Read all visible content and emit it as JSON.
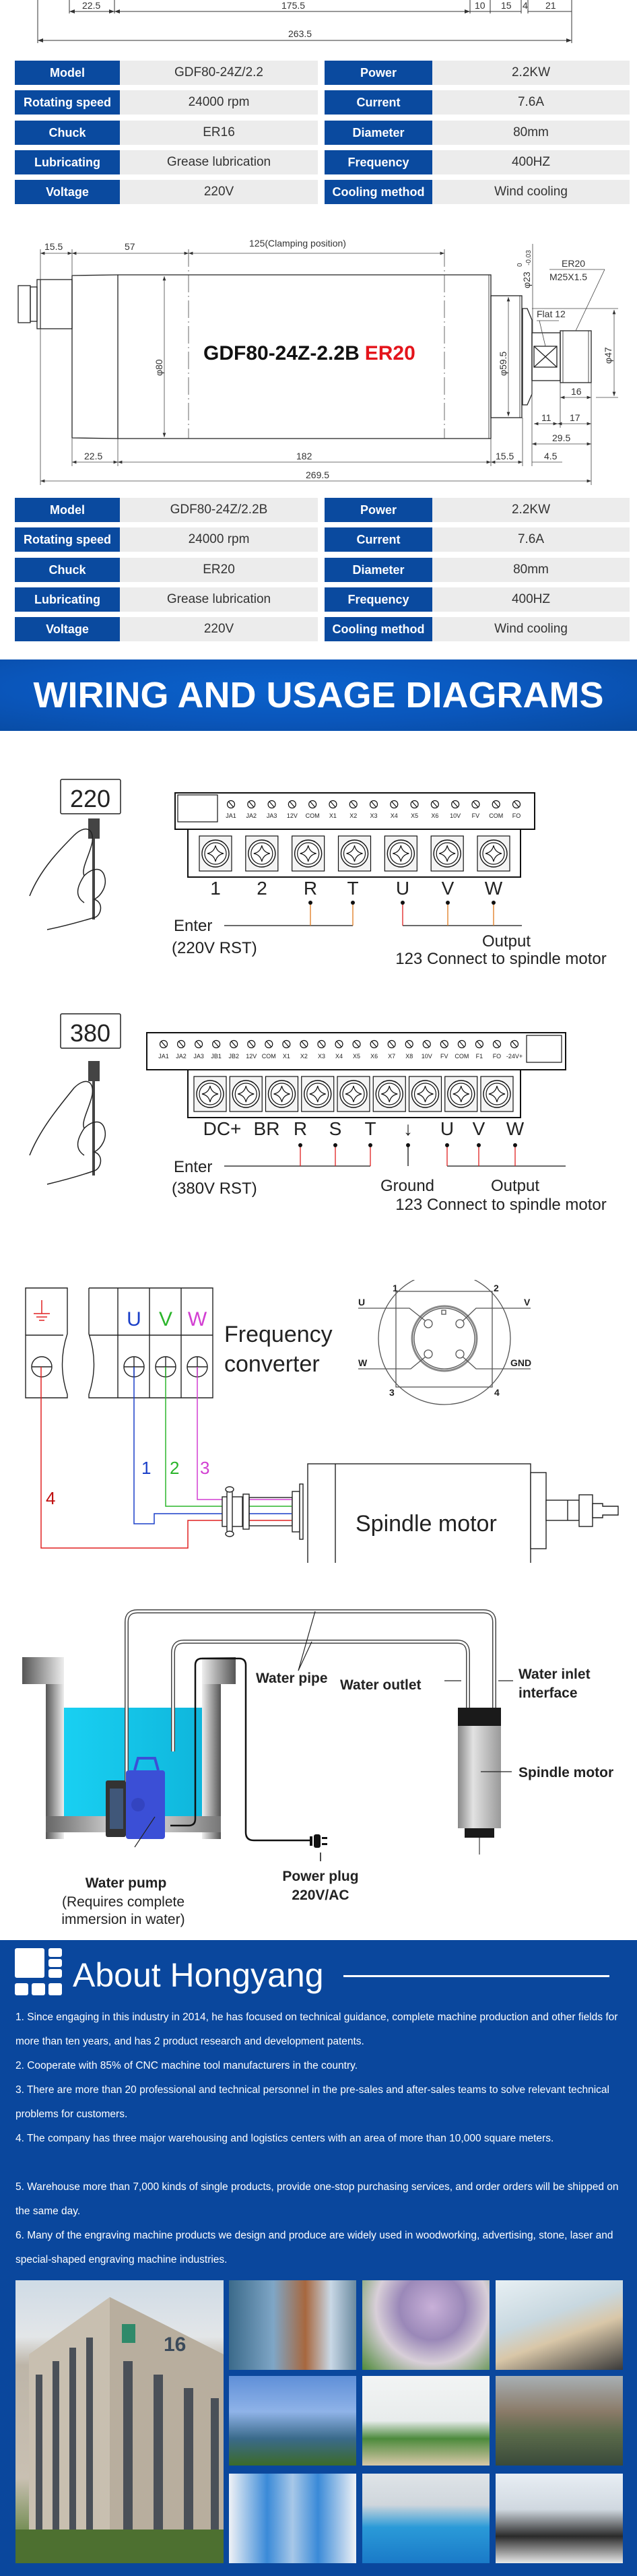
{
  "drawing_top": {
    "dims_clipped": [
      "22.5",
      "175.5",
      "10",
      "15",
      "4",
      "21"
    ],
    "total_length": "263.5"
  },
  "spec_table_1": {
    "rows": [
      {
        "label_a": "Model",
        "value_a": "GDF80-24Z/2.2",
        "label_b": "Power",
        "value_b": "2.2KW"
      },
      {
        "label_a": "Rotating speed",
        "value_a": "24000 rpm",
        "label_b": "Current",
        "value_b": "7.6A"
      },
      {
        "label_a": "Chuck",
        "value_a": "ER16",
        "label_b": "Diameter",
        "value_b": "80mm"
      },
      {
        "label_a": "Lubricating",
        "value_a": "Grease lubrication",
        "label_b": "Frequency",
        "value_b": "400HZ"
      },
      {
        "label_a": "Voltage",
        "value_a": "220V",
        "label_b": "Cooling method",
        "value_b": "Wind cooling"
      }
    ]
  },
  "drawing_2": {
    "model_text": "GDF80-24Z-2.2B",
    "chuck_text": "ER20",
    "dims": {
      "d15_5_top": "15.5",
      "d57": "57",
      "d125": "125(Clamping position)",
      "phi23": "φ23",
      "phi23_tol_upper": "0",
      "phi23_tol_lower": "-0.03",
      "er20": "ER20",
      "thread": "M25X1.5",
      "flat": "Flat 12",
      "phi80": "φ80",
      "phi59_5": "φ59.5",
      "phi47": "φ47",
      "d16": "16",
      "d11": "11",
      "d17": "17",
      "d29_5": "29.5",
      "d22_5": "22.5",
      "d182": "182",
      "d15_5_bottom": "15.5",
      "d4_5": "4.5",
      "d269_5": "269.5"
    }
  },
  "spec_table_2": {
    "rows": [
      {
        "label_a": "Model",
        "value_a": "GDF80-24Z/2.2B",
        "label_b": "Power",
        "value_b": "2.2KW"
      },
      {
        "label_a": "Rotating speed",
        "value_a": "24000 rpm",
        "label_b": "Current",
        "value_b": "7.6A"
      },
      {
        "label_a": "Chuck",
        "value_a": "ER20",
        "label_b": "Diameter",
        "value_b": "80mm"
      },
      {
        "label_a": "Lubricating",
        "value_a": "Grease lubrication",
        "label_b": "Frequency",
        "value_b": "400HZ"
      },
      {
        "label_a": "Voltage",
        "value_a": "220V",
        "label_b": "Cooling method",
        "value_b": "Wind cooling"
      }
    ]
  },
  "banner": {
    "title": "WIRING AND USAGE DIAGRAMS"
  },
  "wiring_220": {
    "voltage_badge": "220",
    "control_terminals": [
      "JA1",
      "JA2",
      "JA3",
      "12V",
      "COM",
      "X1",
      "X2",
      "X3",
      "X4",
      "X5",
      "X6",
      "10V",
      "FV",
      "COM",
      "FO"
    ],
    "power_terminals": [
      "1",
      "2",
      "R",
      "T",
      "U",
      "V",
      "W"
    ],
    "input_label": "Enter",
    "input_note": "(220V RST)",
    "output_label": "Output",
    "output_note": "123 Connect to spindle motor"
  },
  "wiring_380": {
    "voltage_badge": "380",
    "control_terminals": [
      "JA1",
      "JA2",
      "JA3",
      "JB1",
      "JB2",
      "12V",
      "COM",
      "X1",
      "X2",
      "X3",
      "X4",
      "X5",
      "X6",
      "X7",
      "X8",
      "10V",
      "FV",
      "COM",
      "F1",
      "FO",
      "-24V+"
    ],
    "power_terminals": [
      "DC+",
      "BR",
      "R",
      "S",
      "T",
      "↓",
      "U",
      "V",
      "W"
    ],
    "input_label": "Enter",
    "input_note": "(380V RST)",
    "ground_label": "Ground",
    "output_label": "Output",
    "output_note": "123 Connect to spindle motor"
  },
  "motor_wiring": {
    "phase_labels": [
      "U",
      "V",
      "W"
    ],
    "phase_colors": [
      "#1a3fc8",
      "#2bb52b",
      "#d23fd2"
    ],
    "ground_color": "#e02020",
    "wire_numbers": [
      "1",
      "2",
      "3",
      "4"
    ],
    "converter_label_1": "Frequency",
    "converter_label_2": "converter",
    "motor_label": "Spindle motor",
    "connector": {
      "pins": [
        "1",
        "2",
        "3",
        "4"
      ],
      "signals": [
        "U",
        "V",
        "W",
        "GND"
      ]
    }
  },
  "water_cooling": {
    "water_pipe": "Water pipe",
    "water_outlet": "Water outlet",
    "water_inlet_1": "Water inlet",
    "water_inlet_2": "interface",
    "spindle_motor": "Spindle motor",
    "power_plug_1": "Power plug",
    "power_plug_2": "220V/AC",
    "water_pump": "Water pump",
    "pump_note_1": "(Requires complete",
    "pump_note_2": "immersion in water)"
  },
  "about": {
    "title": "About Hongyang",
    "paragraphs": [
      "1. Since engaging in this industry in 2014, he has focused on technical guidance, complete machine production and other fields for more than ten years, and has 2 product research and development patents.",
      "2. Cooperate with 85% of CNC machine tool manufacturers in the country.",
      "3. There are more than 20 professional and technical personnel in the pre-sales and after-sales teams to solve relevant technical problems for customers.",
      "4. The company has three major warehousing and logistics centers with an area of more than 10,000 square meters.",
      "5. Warehouse more than 7,000 kinds of single products, provide one-stop purchasing services, and order orders will be shipped on the same day.",
      "6. Many of the engraving machine products we design and produce are widely used in woodworking, advertising, stone, laser and special-shaped engraving machine industries."
    ],
    "building_number": "16",
    "photos": [
      "company-building",
      "office-tower",
      "reception-logo-wall",
      "office-desks",
      "twin-towers",
      "lounge-area",
      "city-river-view",
      "warehouse-shelves",
      "assembly-line",
      "machining-workshop"
    ]
  },
  "colors": {
    "brand_blue": "#0a4a9f",
    "table_value_bg": "#ececec",
    "accent_red": "#e4141b",
    "water": "#13c8ec",
    "pump": "#3b4fd6"
  }
}
